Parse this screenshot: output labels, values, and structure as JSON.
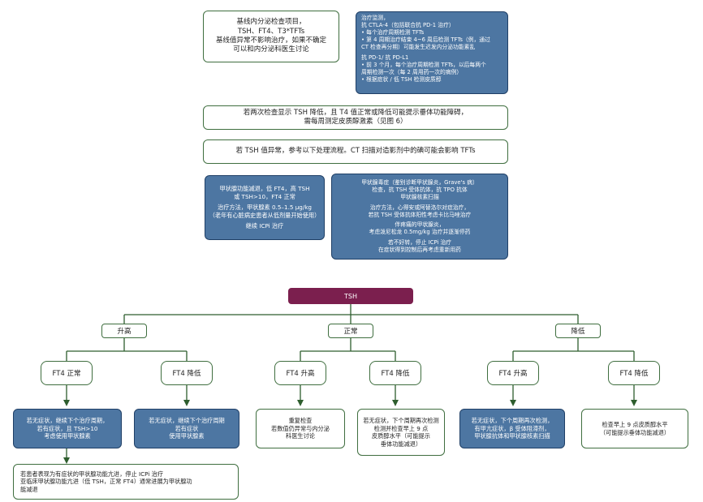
{
  "top": {
    "baseline": [
      "基线内分泌检查项目，",
      "TSH、FT4、T3*TFTs",
      "基线值异常不影响治疗，如果不确定",
      "可以和内分泌科医生讨论"
    ],
    "therapy_monitor": [
      "治疗监测，",
      "抗 CTLA-4（包括联合抗 PD-1 治疗）",
      "• 每个治疗周期检测 TFTs",
      "• 第 4 周期治疗结束 4~6 周后检测 TFTs（例，通过",
      "  CT 检查再分期）可能发生迟发内分泌功能紊乱",
      "抗 PD-1/ 抗 PD-L1",
      "• 前 3 个月，每个治疗周期检测 TFTs，以后每两个",
      "  周期检测一次（每 2 周用药一次的病例）",
      "• 根据症状 / 低 TSH 检测皮质醇"
    ],
    "twice_low": [
      "若两次检查显示 TSH 降低，且 T4 值正常或降低可能提示垂体功能障碍，",
      "需每周测定皮质醇激素（见图 6）"
    ],
    "abnormal": "若 TSH 值异常，参考以下处理流程。CT 扫描对造影剂中的碘可能会影响 TFTs",
    "hypo": [
      "甲状腺功能减退，低 FT4，高 TSH",
      "或 TSH>10，FT4 正常",
      "治疗方法，甲状腺素 0.5–1.5 μg/kg",
      "（老年有心脏病史患者从低剂量开始使用）",
      "继续 ICPi 治疗"
    ],
    "hyper": [
      "甲状腺毒症（鉴别诊断甲状腺炎，Grave's 病）",
      "检查，抗 TSH 受体抗体，抗 TPO 抗体",
      "甲状腺核素扫描",
      "治疗方法，心得安或阿替洛尔对症治疗，",
      "若抗 TSH 受体抗体阳性考虑卡比马唑治疗",
      "伴疼痛的甲状腺炎，",
      "考虑泼尼松龙 0.5mg/kg 治疗并逐渐停药",
      "若不好转，停止 ICPi 治疗",
      "在症状得到控制后再考虑重新用药"
    ]
  },
  "tsh_label": "TSH",
  "branches": {
    "high": "升高",
    "normal": "正常",
    "low": "降低"
  },
  "sub": {
    "h1": "FT4 正常",
    "h2": "FT4 降低",
    "n1": "FT4 升高",
    "n2": "FT4 降低",
    "l1": "FT4 升高",
    "l2": "FT4 降低"
  },
  "leaves": {
    "h1": [
      "若无症状，继续下个治疗周期，",
      "若有症状，且 TSH>10",
      "考虑使用甲状腺素"
    ],
    "h2": [
      "若无症状，继续下个治疗周期",
      "若有症状",
      "使用甲状腺素"
    ],
    "n1": [
      "重复检查",
      "若数值仍异常与内分泌",
      "科医生讨论"
    ],
    "n2": [
      "若无症状，下个周期再次检测",
      "检测并检查早上 9 点",
      "皮质醇水平（可能提示",
      "垂体功能减退）"
    ],
    "l1": [
      "若无症状，下个周期再次检测，",
      "有甲亢症状，β 受体阻滞剂，",
      "甲状腺抗体和甲状腺核素扫描"
    ],
    "l2": [
      "检查早上 9 点皮质醇水平",
      "（可能提示垂体功能减退）"
    ]
  },
  "footnote": [
    "若患者表现为有症状的甲状腺功能亢进，停止 ICPi 治疗",
    "亚临床甲状腺功能亢进（低 TSH，正常 FT4）通常进展为甲状腺功",
    "能减退"
  ],
  "colors": {
    "arrow": "#2e5e2e",
    "box_border": "#3f6e3f",
    "blue": "#4d76a2",
    "tsh": "#7b1f4e"
  }
}
